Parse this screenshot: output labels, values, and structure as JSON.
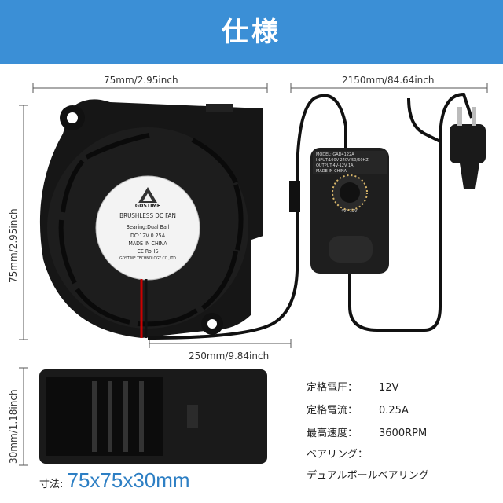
{
  "banner": {
    "title": "仕様",
    "color": "#3b8fd6"
  },
  "dimensions": {
    "fan_width": "75mm/2.95inch",
    "fan_height": "75mm/2.95inch",
    "cable_length": "2150mm/84.64inch",
    "fan_cable_length": "250mm/9.84inch",
    "fan_thickness": "30mm/1.18inch"
  },
  "fan_label": {
    "brand": "GDSTIME",
    "type": "BRUSHLESS DC FAN",
    "bearing": "Bearing:Dual Ball",
    "rating": "DC:12V  0.25A",
    "origin": "MADE IN CHINA",
    "cert": "CE RoHS",
    "company": "GDSTIME TECHNOLOGY CO.,LTD"
  },
  "adapter_label": {
    "model": "MODEL: GAD4122A",
    "input": "INPUT:100V-240V 50/60HZ",
    "output": "OUTPUT:4V-12V 1A",
    "range": "4V~12V",
    "origin": "MADE IN CHINA"
  },
  "specs": [
    {
      "label": "定格電圧：",
      "value": "12V"
    },
    {
      "label": "定格電流：",
      "value": "0.25A"
    },
    {
      "label": "最高速度：",
      "value": "3600RPM"
    },
    {
      "label": "ベアリング：",
      "value": ""
    },
    {
      "label": "",
      "value": "デュアルボールベアリング"
    }
  ],
  "size": {
    "label": "寸法:",
    "value": "75x75x30mm"
  }
}
